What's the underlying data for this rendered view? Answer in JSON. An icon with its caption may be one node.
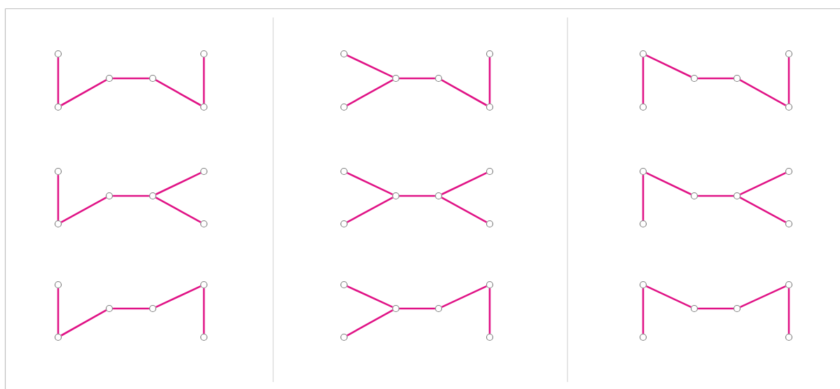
{
  "diagram": {
    "nodes": [
      {
        "text": [],
        "shape": "circle"
      },
      {
        "text": [],
        "shape": "circle"
      },
      {
        "text": [],
        "shape": "circle"
      },
      {
        "text": [],
        "shape": "circle"
      },
      {
        "text": [],
        "shape": "circle"
      },
      {
        "text": [],
        "shape": "circle"
      },
      {
        "text": [],
        "shape": "circle"
      },
      {
        "text": [],
        "shape": "circle"
      },
      {
        "text": [],
        "shape": "circle"
      },
      {
        "text": [],
        "shape": "circle"
      },
      {
        "text": [],
        "shape": "circle"
      },
      {
        "text": [],
        "shape": "circle"
      },
      {
        "text": [],
        "shape": "circle"
      },
      {
        "text": [],
        "shape": "circle"
      },
      {
        "text": [],
        "shape": "circle"
      },
      {
        "text": [],
        "shape": "circle"
      },
      {
        "text": [],
        "shape": "circle"
      },
      {
        "text": [],
        "shape": "circle"
      },
      {
        "text": [],
        "shape": "circle"
      },
      {
        "text": [],
        "shape": "circle"
      },
      {
        "text": [],
        "shape": "circle"
      },
      {
        "text": [],
        "shape": "circle"
      },
      {
        "text": [],
        "shape": "circle"
      },
      {
        "text": [],
        "shape": "circle"
      },
      {
        "text": [],
        "shape": "circle"
      },
      {
        "text": [],
        "shape": "circle"
      },
      {
        "text": [],
        "shape": "circle"
      },
      {
        "text": [],
        "shape": "circle"
      },
      {
        "text": [],
        "shape": "circle"
      },
      {
        "text": [],
        "shape": "circle"
      },
      {
        "text": [],
        "shape": "circle"
      },
      {
        "text": [],
        "shape": "circle"
      },
      {
        "text": [],
        "shape": "circle"
      },
      {
        "text": [],
        "shape": "circle"
      },
      {
        "text": [],
        "shape": "circle"
      },
      {
        "text": [],
        "shape": "circle"
      },
      {
        "text": [],
        "shape": "circle"
      },
      {
        "text": [],
        "shape": "circle"
      },
      {
        "text": [],
        "shape": "circle"
      },
      {
        "text": [],
        "shape": "circle"
      },
      {
        "text": [],
        "shape": "circle"
      },
      {
        "text": [],
        "shape": "circle"
      },
      {
        "text": [],
        "shape": "circle"
      },
      {
        "text": [],
        "shape": "circle"
      },
      {
        "text": [],
        "shape": "circle"
      },
      {
        "text": [],
        "shape": "circle"
      },
      {
        "text": [],
        "shape": "circle"
      },
      {
        "text": [],
        "shape": "circle"
      },
      {
        "text": [],
        "shape": "circle"
      },
      {
        "text": [],
        "shape": "circle"
      },
      {
        "text": [],
        "shape": "circle"
      },
      {
        "text": [],
        "shape": "circle"
      },
      {
        "text": [],
        "shape": "circle"
      },
      {
        "text": [],
        "shape": "circle"
      }
    ],
    "edges": [
      {
        "from": 0,
        "to": 1,
        "arrow": "none"
      },
      {
        "from": 1,
        "to": 2,
        "arrow": "none"
      },
      {
        "from": 2,
        "to": 3,
        "arrow": "none"
      },
      {
        "from": 3,
        "to": 5,
        "arrow": "none"
      },
      {
        "from": 4,
        "to": 5,
        "arrow": "none"
      },
      {
        "from": 6,
        "to": 8,
        "arrow": "none"
      },
      {
        "from": 7,
        "to": 8,
        "arrow": "none"
      },
      {
        "from": 8,
        "to": 9,
        "arrow": "none"
      },
      {
        "from": 9,
        "to": 11,
        "arrow": "none"
      },
      {
        "from": 10,
        "to": 11,
        "arrow": "none"
      },
      {
        "from": 12,
        "to": 13,
        "arrow": "none"
      },
      {
        "from": 12,
        "to": 14,
        "arrow": "none"
      },
      {
        "from": 14,
        "to": 15,
        "arrow": "none"
      },
      {
        "from": 15,
        "to": 17,
        "arrow": "none"
      },
      {
        "from": 16,
        "to": 17,
        "arrow": "none"
      },
      {
        "from": 18,
        "to": 19,
        "arrow": "none"
      },
      {
        "from": 19,
        "to": 20,
        "arrow": "none"
      },
      {
        "from": 20,
        "to": 21,
        "arrow": "none"
      },
      {
        "from": 21,
        "to": 22,
        "arrow": "none"
      },
      {
        "from": 21,
        "to": 23,
        "arrow": "none"
      },
      {
        "from": 24,
        "to": 26,
        "arrow": "none"
      },
      {
        "from": 25,
        "to": 26,
        "arrow": "none"
      },
      {
        "from": 26,
        "to": 27,
        "arrow": "none"
      },
      {
        "from": 27,
        "to": 28,
        "arrow": "none"
      },
      {
        "from": 27,
        "to": 29,
        "arrow": "none"
      },
      {
        "from": 30,
        "to": 31,
        "arrow": "none"
      },
      {
        "from": 30,
        "to": 32,
        "arrow": "none"
      },
      {
        "from": 32,
        "to": 33,
        "arrow": "none"
      },
      {
        "from": 33,
        "to": 34,
        "arrow": "none"
      },
      {
        "from": 33,
        "to": 35,
        "arrow": "none"
      },
      {
        "from": 36,
        "to": 37,
        "arrow": "none"
      },
      {
        "from": 37,
        "to": 38,
        "arrow": "none"
      },
      {
        "from": 38,
        "to": 39,
        "arrow": "none"
      },
      {
        "from": 39,
        "to": 40,
        "arrow": "none"
      },
      {
        "from": 40,
        "to": 41,
        "arrow": "none"
      },
      {
        "from": 42,
        "to": 44,
        "arrow": "none"
      },
      {
        "from": 43,
        "to": 44,
        "arrow": "none"
      },
      {
        "from": 44,
        "to": 45,
        "arrow": "none"
      },
      {
        "from": 45,
        "to": 46,
        "arrow": "none"
      },
      {
        "from": 46,
        "to": 47,
        "arrow": "none"
      },
      {
        "from": 48,
        "to": 49,
        "arrow": "none"
      },
      {
        "from": 48,
        "to": 50,
        "arrow": "none"
      },
      {
        "from": 50,
        "to": 51,
        "arrow": "none"
      },
      {
        "from": 51,
        "to": 52,
        "arrow": "none"
      },
      {
        "from": 52,
        "to": 53,
        "arrow": "none"
      }
    ]
  }
}
